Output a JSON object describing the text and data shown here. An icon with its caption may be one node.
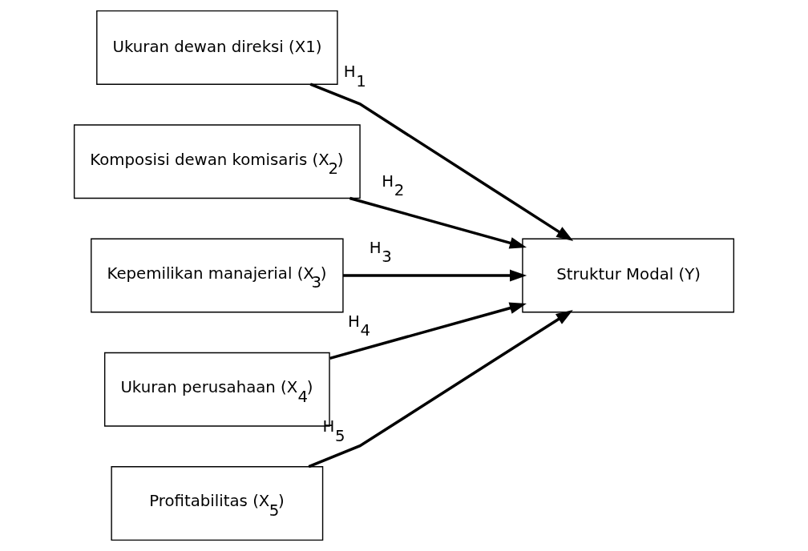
{
  "diagram": {
    "nodes": [
      {
        "text": [
          "Ukuran dewan direksi (X1)"
        ]
      },
      {
        "text": [
          "Komposisi dewan komisaris (X$_{2}$)"
        ]
      },
      {
        "text": [
          "Kepemilikan manajerial (X$_{3}$)"
        ]
      },
      {
        "text": [
          "Ukuran perusahaan (X$_{4}$)"
        ]
      },
      {
        "text": [
          "Profitabilitas (X$_{5}$)"
        ]
      },
      {
        "text": [
          "Struktur Modal (Y)"
        ]
      }
    ],
    "edges": [
      {
        "from": 0,
        "to": 5,
        "arrow": "to",
        "label": "H$_{1}$"
      },
      {
        "from": 1,
        "to": 5,
        "arrow": "to",
        "label": "H$_{2}$"
      },
      {
        "from": 2,
        "to": 5,
        "arrow": "to",
        "label": "H$_{3}$"
      },
      {
        "from": 3,
        "to": 5,
        "arrow": "to",
        "label": "H$_{4}$"
      },
      {
        "from": 4,
        "to": 5,
        "arrow": "to",
        "label": "H$_{5}$"
      }
    ]
  }
}
